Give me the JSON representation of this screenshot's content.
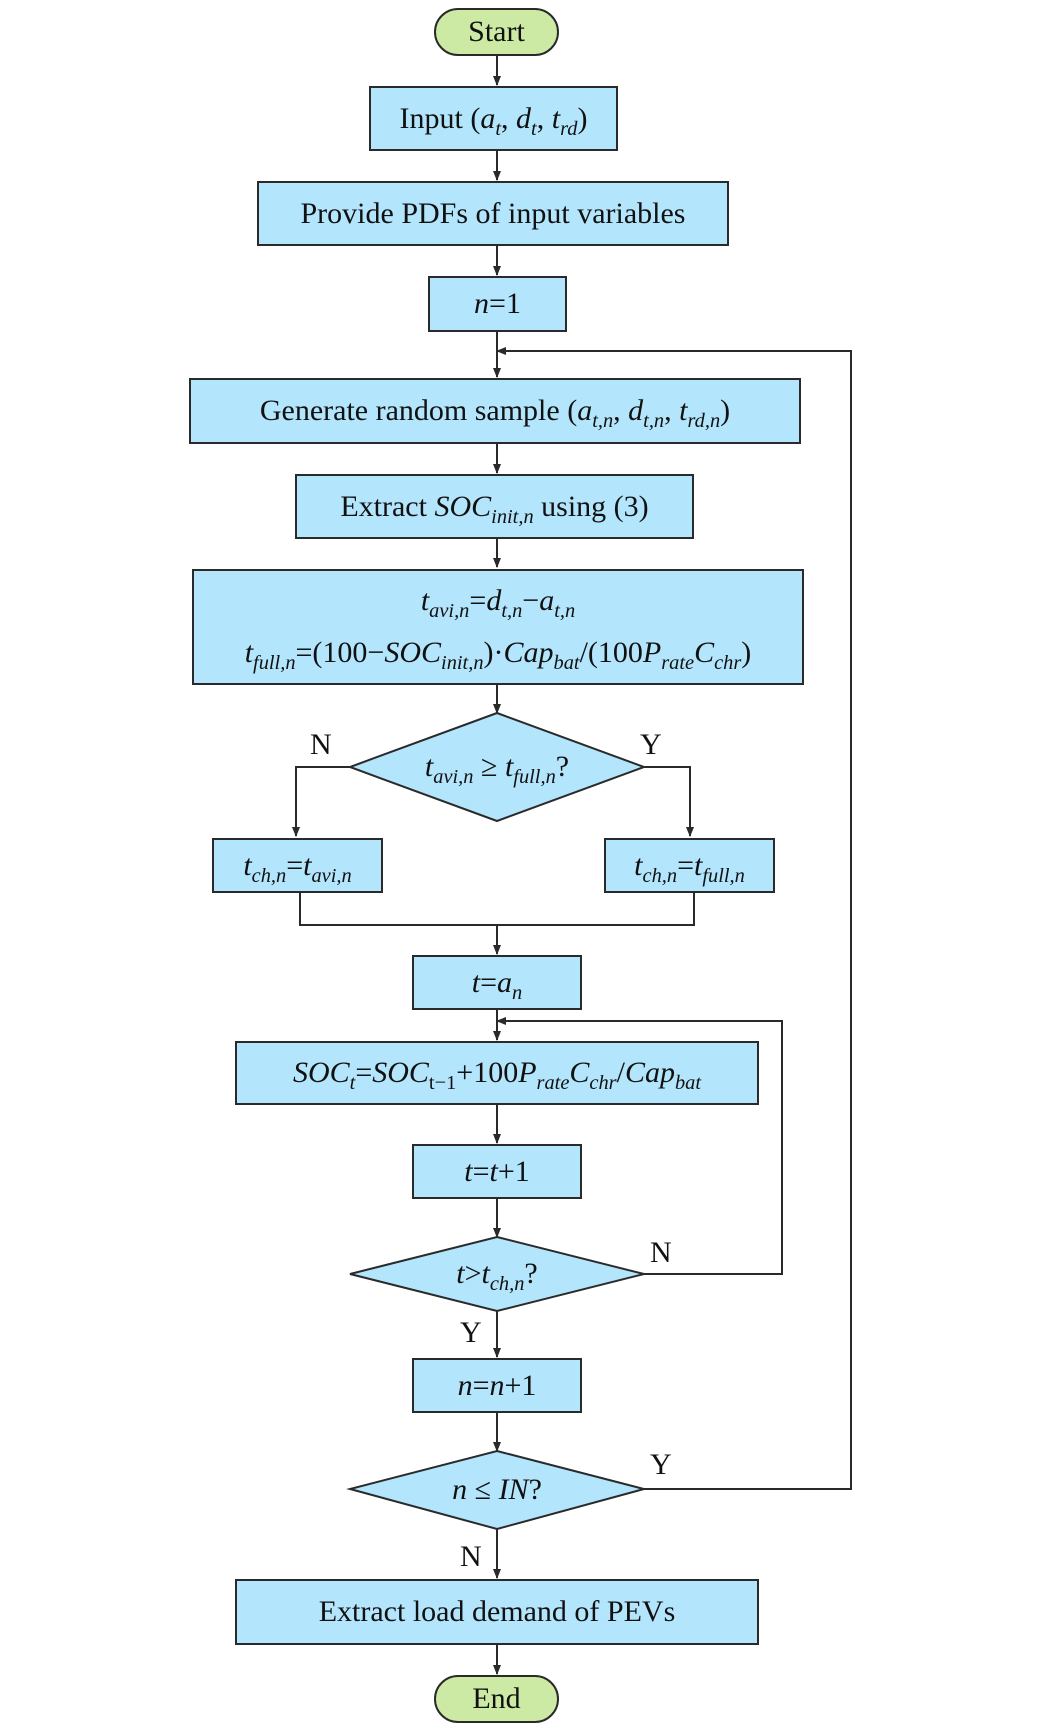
{
  "flowchart": {
    "start": "Start",
    "end": "End",
    "input": {
      "text": "Input (",
      "a": "a",
      "a_sub": "t",
      "d": "d",
      "d_sub": "t",
      "t": "t",
      "t_sub": "rd",
      "close": ")"
    },
    "provide_pdfs": "Provide PDFs of input variables",
    "init_n": {
      "var": "n",
      "rest": "=1"
    },
    "generate": {
      "text": "Generate random sample (",
      "a": "a",
      "a_sub": "t,n",
      "d": "d",
      "d_sub": "t,n",
      "t": "t",
      "t_sub": "rd,n",
      "close": ")"
    },
    "extract_soc": {
      "pre": "Extract ",
      "soc": "SOC",
      "soc_sub": "init,n",
      "post": " using (3)"
    },
    "avail_eq": {
      "t": "t",
      "t_sub": "avi,n",
      "d": "d",
      "d_sub": "t,n",
      "a": "a",
      "a_sub": "t,n"
    },
    "full_eq": {
      "t": "t",
      "t_sub": "full,n",
      "open": "=(100−",
      "soc": "SOC",
      "soc_sub": "init,n",
      "mid": ")·",
      "cap": "Cap",
      "cap_sub": "bat",
      "div": "/(100",
      "p": "P",
      "p_sub": "rate",
      "c": "C",
      "c_sub": "chr",
      "close": ")"
    },
    "decision1": {
      "t1": "t",
      "t1_sub": "avi,n",
      "op": " ≥ ",
      "t2": "t",
      "t2_sub": "full,n",
      "q": "?"
    },
    "tch_avi": {
      "t": "t",
      "t_sub": "ch,n",
      "t2": "t",
      "t2_sub": "avi,n"
    },
    "tch_full": {
      "t": "t",
      "t_sub": "ch,n",
      "t2": "t",
      "t2_sub": "full,n"
    },
    "t_init": {
      "t": "t",
      "a": "a",
      "a_sub": "n"
    },
    "soc_update": {
      "soc": "SOC",
      "soc_sub": "t",
      "soc2": "SOC",
      "soc2_sub": "t−1",
      "plus": "+100",
      "p": "P",
      "p_sub": "rate",
      "c": "C",
      "c_sub": "chr",
      "cap": "Cap",
      "cap_sub": "bat"
    },
    "t_inc": {
      "t": "t",
      "t2": "t",
      "rest": "+1"
    },
    "decision2": {
      "t": "t",
      "t2": "t",
      "t2_sub": "ch,n",
      "q": "?"
    },
    "n_inc": {
      "n": "n",
      "n2": "n",
      "rest": "+1"
    },
    "decision3": {
      "n": "n",
      "op": " ≤ ",
      "in": "IN",
      "q": "?"
    },
    "extract_load": "Extract load demand of PEVs",
    "labels": {
      "n1": "N",
      "y1": "Y",
      "n2": "N",
      "y2": "Y",
      "y3": "Y",
      "n3": "N"
    }
  },
  "colors": {
    "box_fill": "#b3e5fc",
    "terminal_fill": "#cdeaa4",
    "line": "#2a2a2a"
  }
}
